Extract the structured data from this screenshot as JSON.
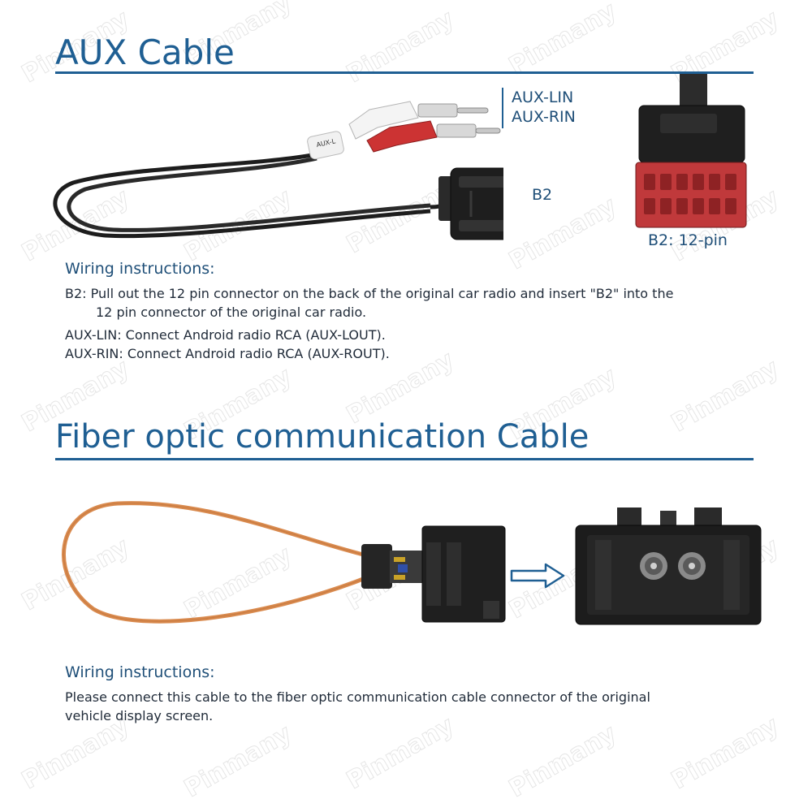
{
  "aux": {
    "title": "AUX Cable",
    "labels": {
      "aux_lin": "AUX-LIN",
      "aux_rin": "AUX-RIN",
      "b2": "B2",
      "b2_pin": "B2: 12-pin",
      "cable_print": "AUX-L"
    },
    "wiring": {
      "heading": "Wiring instructions:",
      "b2_line1": "B2:  Pull out the 12 pin connector on the back of the original car radio and insert \"B2\" into the",
      "b2_line2": "12 pin connector of the original car radio.",
      "aux_lin": "AUX-LIN: Connect Android radio RCA (AUX-LOUT).",
      "aux_rin": "AUX-RIN: Connect Android radio RCA (AUX-ROUT)."
    }
  },
  "fiber": {
    "title": "Fiber optic communication Cable",
    "wiring": {
      "heading": "Wiring instructions:",
      "line1": "Please connect this cable to the fiber optic communication cable connector of the original",
      "line2": "vehicle display screen."
    }
  },
  "watermark": "Pinmany",
  "colors": {
    "accent": "#1f5f93",
    "connector_red": "#c0393b",
    "fiber_orange": "#d98a4e"
  }
}
